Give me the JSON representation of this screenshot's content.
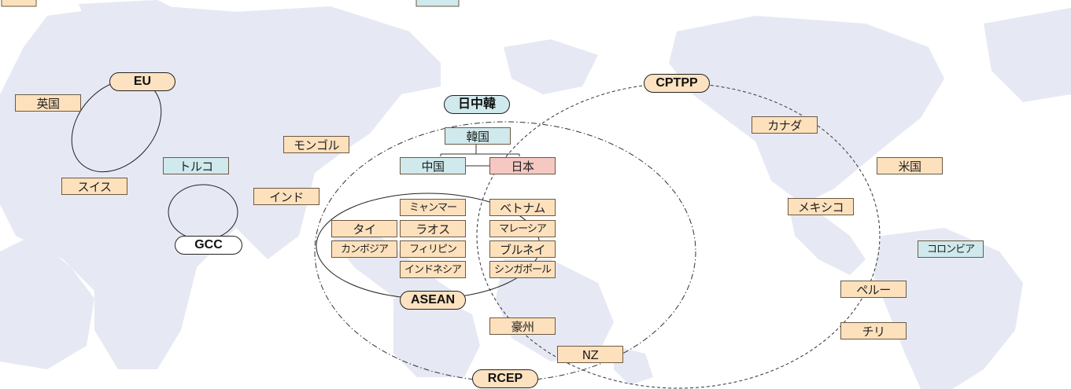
{
  "colors": {
    "map": "#e6e9f3",
    "member": "#fde1bd",
    "candidate": "#cfe9ec",
    "japan": "#f6c8c2",
    "group_fill": "#fce2c0",
    "group_white": "#ffffff"
  },
  "groups": {
    "eu": "EU",
    "gcc": "GCC",
    "cjk": "日中韓",
    "cptpp": "CPTPP",
    "asean": "ASEAN",
    "rcep": "RCEP"
  },
  "countries": {
    "uk": "英国",
    "swiss": "スイス",
    "turkey": "トルコ",
    "india": "インド",
    "mongolia": "モンゴル",
    "korea": "韓国",
    "china": "中国",
    "japan": "日本",
    "myanmar": "ミャンマー",
    "thailand": "タイ",
    "laos": "ラオス",
    "cambodia": "カンボジア",
    "philippines": "フィリピン",
    "indonesia": "インドネシア",
    "vietnam": "ベトナム",
    "malaysia": "マレーシア",
    "brunei": "ブルネイ",
    "singapore": "シンガポール",
    "australia": "豪州",
    "nz": "NZ",
    "canada": "カナダ",
    "usa": "米国",
    "mexico": "メキシコ",
    "colombia": "コロンビア",
    "peru": "ペルー",
    "chile": "チリ"
  }
}
